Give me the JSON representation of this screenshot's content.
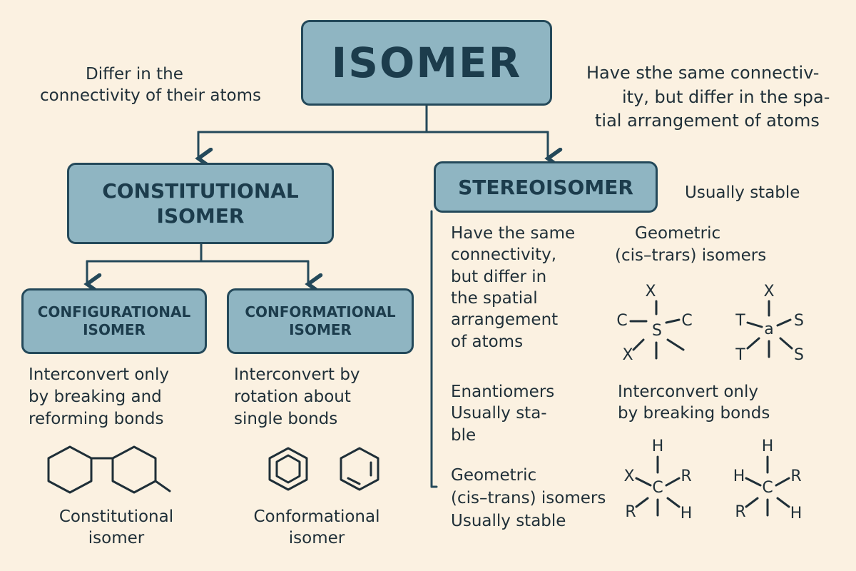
{
  "root": {
    "label": "ISOMER"
  },
  "root_notes": {
    "left": [
      "Differ in the",
      "connectivity of their atoms"
    ],
    "right": [
      "Have sthe same connectiv-",
      "ity, but differ in the spa-",
      "tial arrangement of atoms"
    ]
  },
  "constitutional": {
    "label": [
      "CONSTITUTIONAL",
      "ISOMER"
    ],
    "configurational": {
      "label": [
        "CONFIGURATIONAL",
        "ISOMER"
      ],
      "note": [
        "Interconvert only",
        "by breaking and",
        "reforming bonds"
      ],
      "caption": [
        "Constitutional",
        "isomer"
      ]
    },
    "conformational": {
      "label": [
        "CONFORMATIONAL",
        "ISOMER"
      ],
      "note": [
        "Interconvert by",
        "rotation about",
        "single bonds"
      ],
      "caption": [
        "Conformational",
        "isomer"
      ]
    }
  },
  "stereoisomer": {
    "label": "STEREOISOMER",
    "side_note": "Usually stable",
    "description": [
      "Have the same",
      "connectivity,",
      "but differ in",
      "the spatial",
      "arrangement",
      "of atoms"
    ],
    "enantiomers": [
      "Enantiomers",
      "Usually sta-",
      "ble"
    ],
    "geometric_lower": [
      "Geometric",
      "(cis–trans) isomers",
      "Usually stable"
    ],
    "geometric_upper": [
      "Geometric",
      "(cis–trars) isomers"
    ],
    "interconvert": [
      "Interconvert only",
      "by breaking bonds"
    ]
  },
  "molecules": {
    "geo_left": {
      "top": "X",
      "left": "C",
      "center": "S",
      "right": "C",
      "bottom_left": "X"
    },
    "geo_right": {
      "top": "X",
      "left": "T",
      "center": "a",
      "right": "S",
      "bottom_left": "T",
      "bottom_right": "S"
    },
    "enant_left": {
      "top": "H",
      "left": "X",
      "center": "C",
      "right": "R",
      "bottom_left": "R",
      "bottom_right": "H"
    },
    "enant_right": {
      "top": "H",
      "left": "H",
      "center": "C",
      "right": "R",
      "bottom_left": "R",
      "bottom_right": "H"
    }
  },
  "colors": {
    "background": "#fbf1e1",
    "box_fill": "#8fb5c2",
    "box_border": "#24495a",
    "text": "#1f2f38"
  }
}
